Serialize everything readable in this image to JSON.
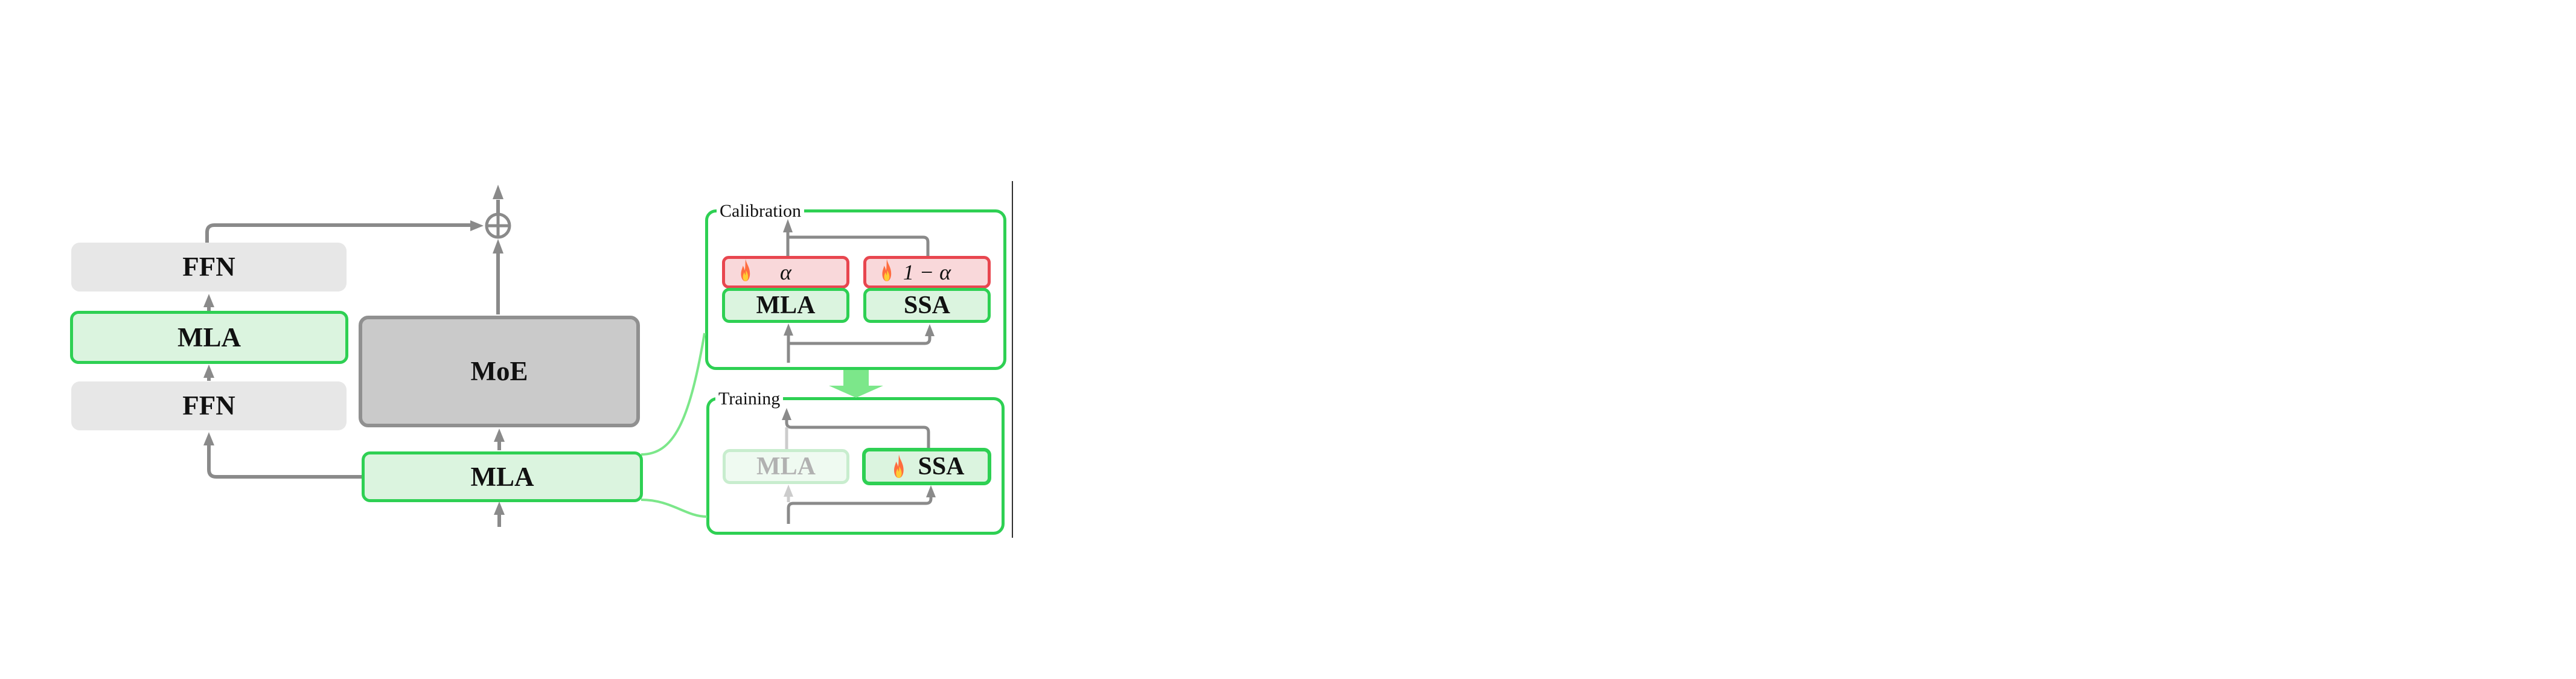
{
  "diagram": {
    "left": {
      "ffn_top_label": "FFN",
      "mla_label": "MLA",
      "ffn_bottom_label": "FFN",
      "moe_label": "MoE",
      "mla_bottom_label": "MLA",
      "sum_icon": "circled-plus"
    },
    "calibration": {
      "title": "Calibration",
      "alpha_weight": "α",
      "one_minus_alpha_weight": "1 − α",
      "mla_label": "MLA",
      "ssa_label": "SSA",
      "flame_icon": "flame"
    },
    "training": {
      "title": "Training",
      "mla_label": "MLA",
      "ssa_label": "SSA",
      "flame_icon": "flame"
    },
    "colors": {
      "green_border": "#2ed053",
      "green_fill": "#dbf4df",
      "faded_green_border": "#c8edce",
      "faded_green_fill": "#effaf1",
      "red_border": "#e8464f",
      "red_fill": "#f9d8da",
      "gray_box_fill": "#e7e7e7",
      "moe_fill": "#cacaca",
      "moe_border": "#909090",
      "wire_gray": "#8a8a8a",
      "wire_faded": "#cccccc",
      "accent_green": "#7ce78a"
    }
  }
}
